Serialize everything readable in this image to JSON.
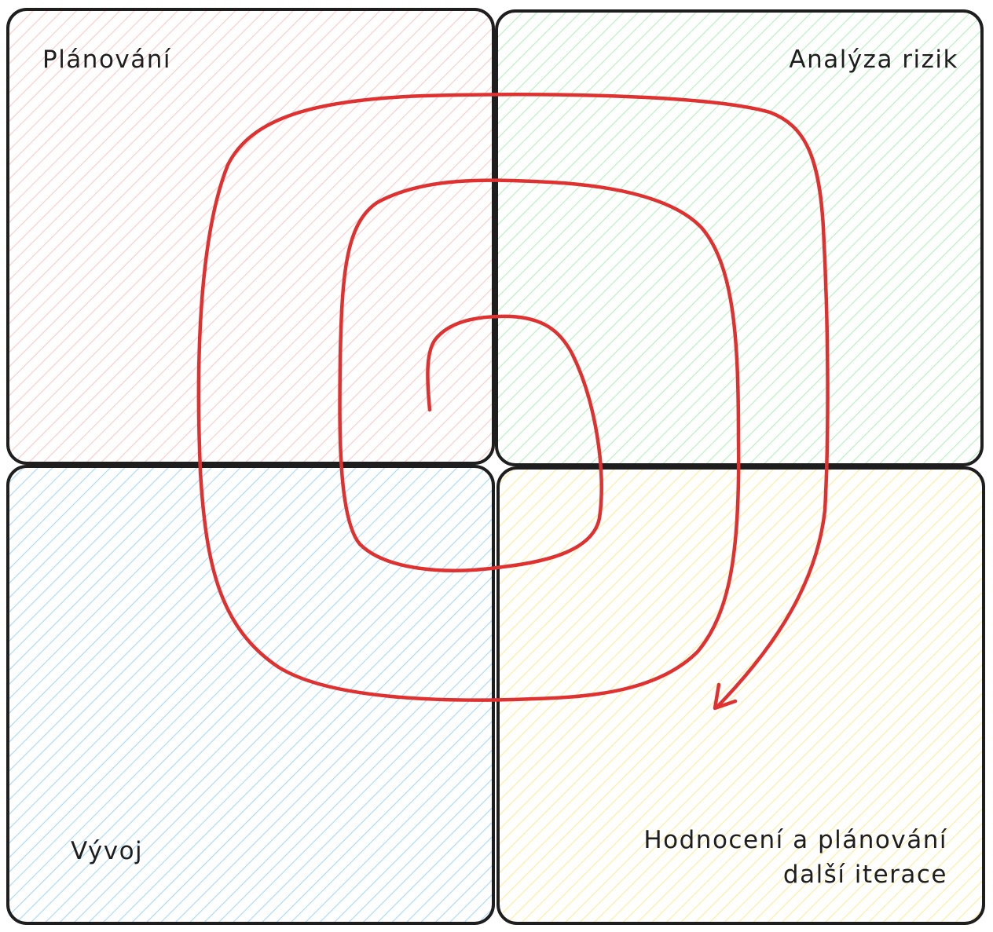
{
  "diagram": {
    "quadrants": [
      {
        "id": "planning",
        "label": "Plánování",
        "color": "#ffc9c9"
      },
      {
        "id": "risk-analysis",
        "label": "Analýza rizik",
        "color": "#b2f2bb"
      },
      {
        "id": "development",
        "label": "Vývoj",
        "color": "#a5d8ff"
      },
      {
        "id": "evaluation",
        "label_line1": "Hodnocení a plánování",
        "label_line2": "další iterace",
        "color": "#ffec99"
      }
    ],
    "spiral_color": "#e03131",
    "border_color": "#1e1e1e"
  }
}
